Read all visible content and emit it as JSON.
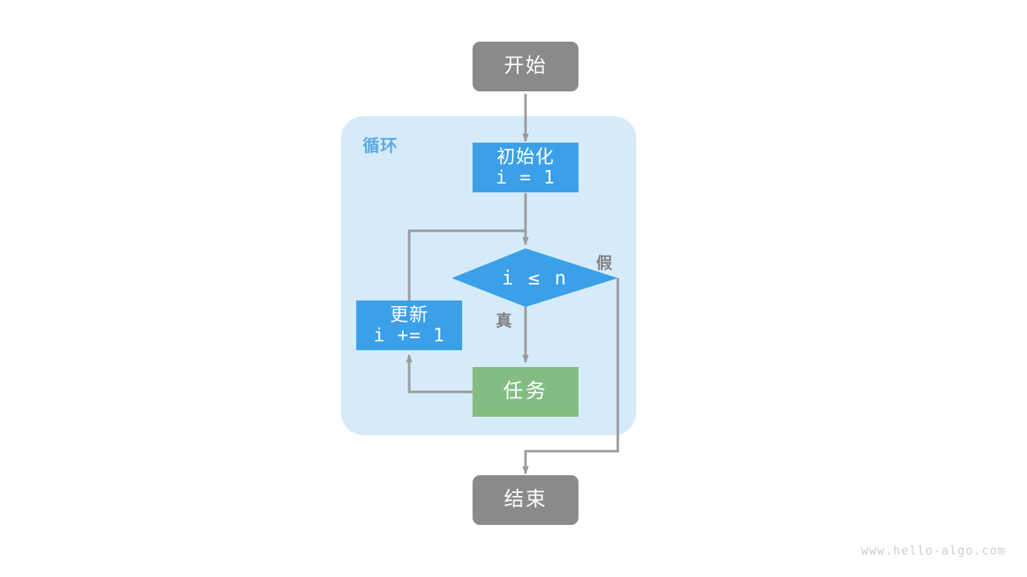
{
  "diagram": {
    "title": "for-loop-flowchart",
    "background": "#ffffff",
    "colors": {
      "terminal": "#8a8a8a",
      "process": "#3ba0e8",
      "task": "#83bd84",
      "group_bg": "#d5ebfa",
      "connector": "#9a9a9a",
      "label_text": "#808080",
      "group_label_text": "#5aa9e6",
      "node_text": "#ffffff",
      "watermark_text": "#cfcfcf"
    },
    "group": {
      "label": "循环"
    },
    "nodes": {
      "start": {
        "label": "开始"
      },
      "init": {
        "label": "初始化",
        "code": "i = 1"
      },
      "condition": {
        "expression": "i ≤ n"
      },
      "update": {
        "label": "更新",
        "code": "i += 1"
      },
      "task": {
        "label": "任务"
      },
      "end": {
        "label": "结束"
      }
    },
    "edge_labels": {
      "true": "真",
      "false": "假"
    },
    "watermark": "www.hello-algo.com"
  }
}
